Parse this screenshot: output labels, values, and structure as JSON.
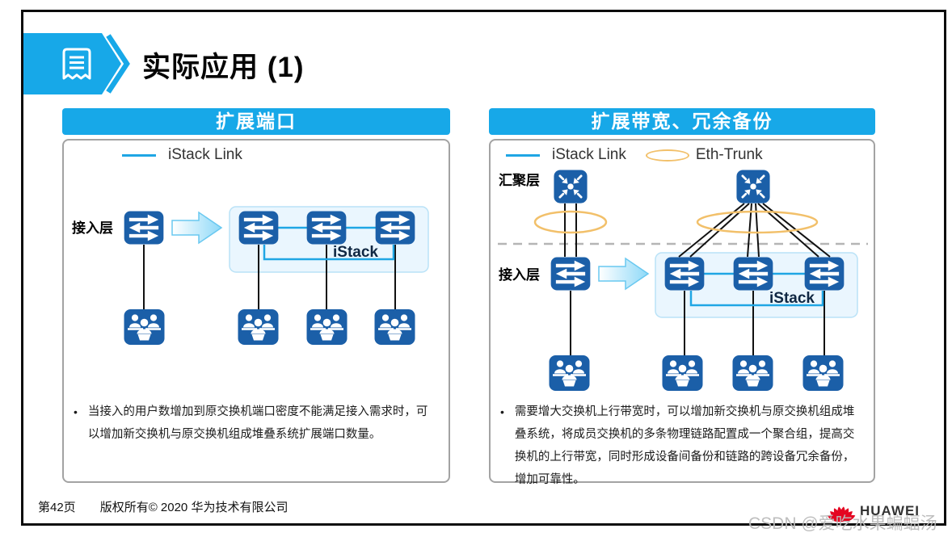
{
  "slide": {
    "title": "实际应用 (1)",
    "bullet_char": "•",
    "page_label": "第42页",
    "copyright": "版权所有© 2020 华为技术有限公司",
    "brand": "HUAWEI",
    "watermark": "CSDN @爱吃水果蝙蝠汤"
  },
  "colors": {
    "accent_cyan": "#17A8E8",
    "device_blue": "#1B5FA8",
    "istack_link_blue": "#1FA6E4",
    "eth_trunk_orange": "#F2C06A",
    "huawei_red": "#E40521"
  },
  "panels": {
    "left": {
      "header": "扩展端口",
      "legend": [
        {
          "label": "iStack Link"
        }
      ],
      "labels": {
        "access": "接入层",
        "istack": "iStack"
      },
      "bullet": "当接入的用户数增加到原交换机端口密度不能满足接入需求时，可以增加新交换机与原交换机组成堆叠系统扩展端口数量。"
    },
    "right": {
      "header": "扩展带宽、冗余备份",
      "legend": [
        {
          "label": "iStack Link"
        },
        {
          "label": "Eth-Trunk"
        }
      ],
      "labels": {
        "aggregation": "汇聚层",
        "access": "接入层",
        "istack": "iStack"
      },
      "bullet": "需要增大交换机上行带宽时，可以增加新交换机与原交换机组成堆叠系统，将成员交换机的多条物理链路配置成一个聚合组，提高交换机的上行带宽，同时形成设备间备份和链路的跨设备冗余备份，增加可靠性。"
    }
  }
}
